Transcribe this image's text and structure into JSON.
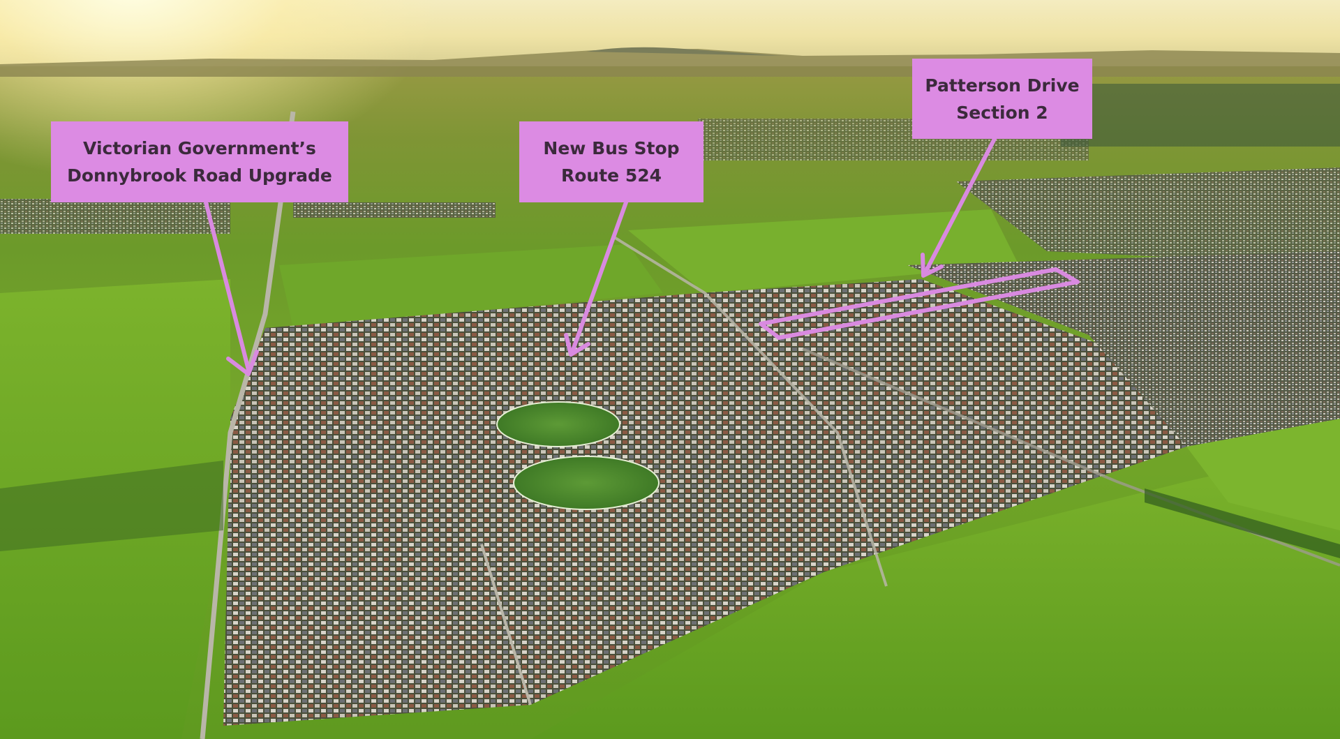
{
  "image": {
    "description_type": "aerial-render",
    "colors": {
      "callout_fill": "#dc8be3",
      "callout_text": "#3b2a3c",
      "arrow": "#d98ae0"
    }
  },
  "callouts": {
    "donnybrook": {
      "line1": "Victorian Government’s",
      "line2": "Donnybrook Road Upgrade"
    },
    "bus_stop": {
      "line1": "New Bus Stop",
      "line2": "Route 524"
    },
    "patterson": {
      "line1": "Patterson Drive",
      "line2": "Section 2"
    }
  }
}
